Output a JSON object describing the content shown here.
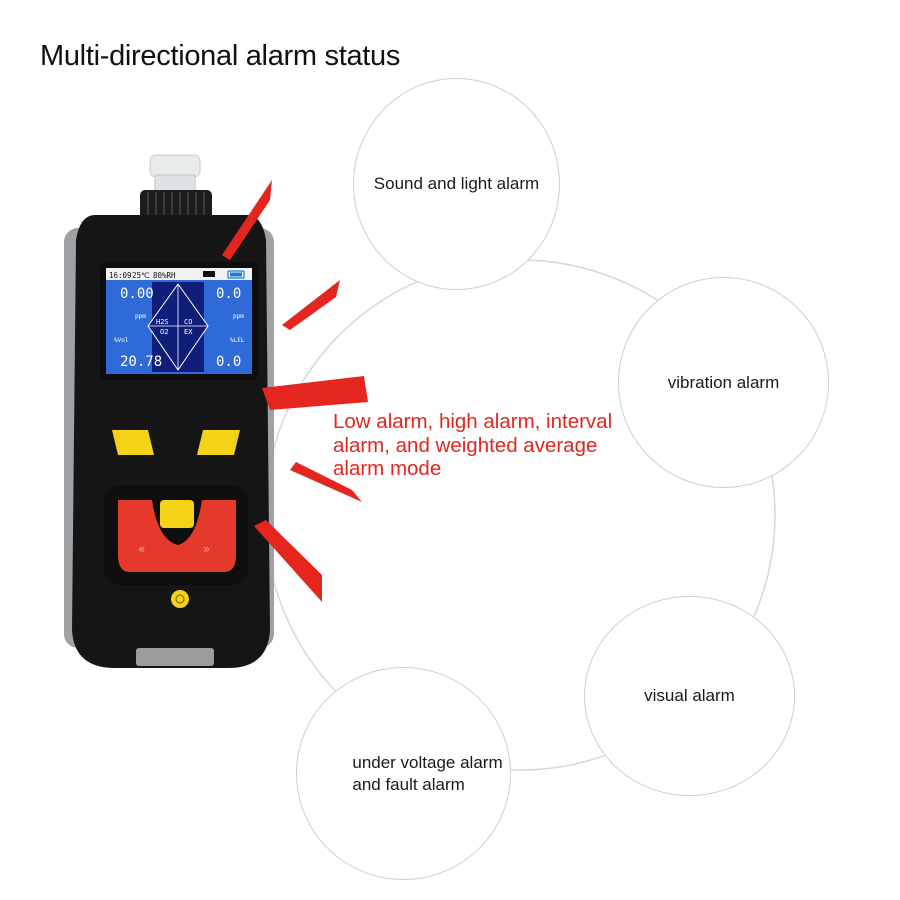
{
  "title": "Multi-directional alarm status",
  "alarms": {
    "sound_light": "Sound and light alarm",
    "vibration": "vibration alarm",
    "visual": "visual alarm",
    "voltage_line1": "under voltage alarm",
    "voltage_line2": "and  fault alarm"
  },
  "alarm_modes": "Low alarm, high alarm, interval alarm, and weighted average alarm mode",
  "device_screen": {
    "time": "16:09",
    "temp": "25℃",
    "humidity": "80%RH",
    "gas_tl_value": "0.00",
    "gas_tr_value": "0.0",
    "gas_bl_value": "20.78",
    "gas_br_value": "0.0",
    "unit_ppm_left": "ppm",
    "unit_ppm_right": "ppm",
    "unit_vol": "%Vol",
    "unit_lel": "%LEL",
    "gas_h2s": "H2S",
    "gas_co": "CO",
    "gas_o2": "O2",
    "gas_ex": "EX"
  },
  "colors": {
    "alarm_red": "#e4261f",
    "button_yellow": "#f4d218",
    "button_red": "#e4392b",
    "screen_blue": "#2e6ad8",
    "screen_navy": "#0f1e78",
    "device_black": "#151515"
  }
}
